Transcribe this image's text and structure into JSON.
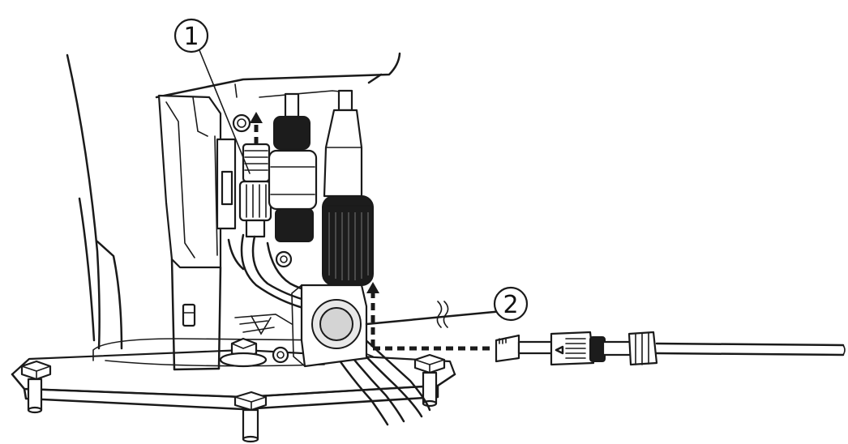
{
  "callouts": [
    {
      "id": "1",
      "label": "①"
    },
    {
      "id": "2",
      "label": "②"
    }
  ]
}
